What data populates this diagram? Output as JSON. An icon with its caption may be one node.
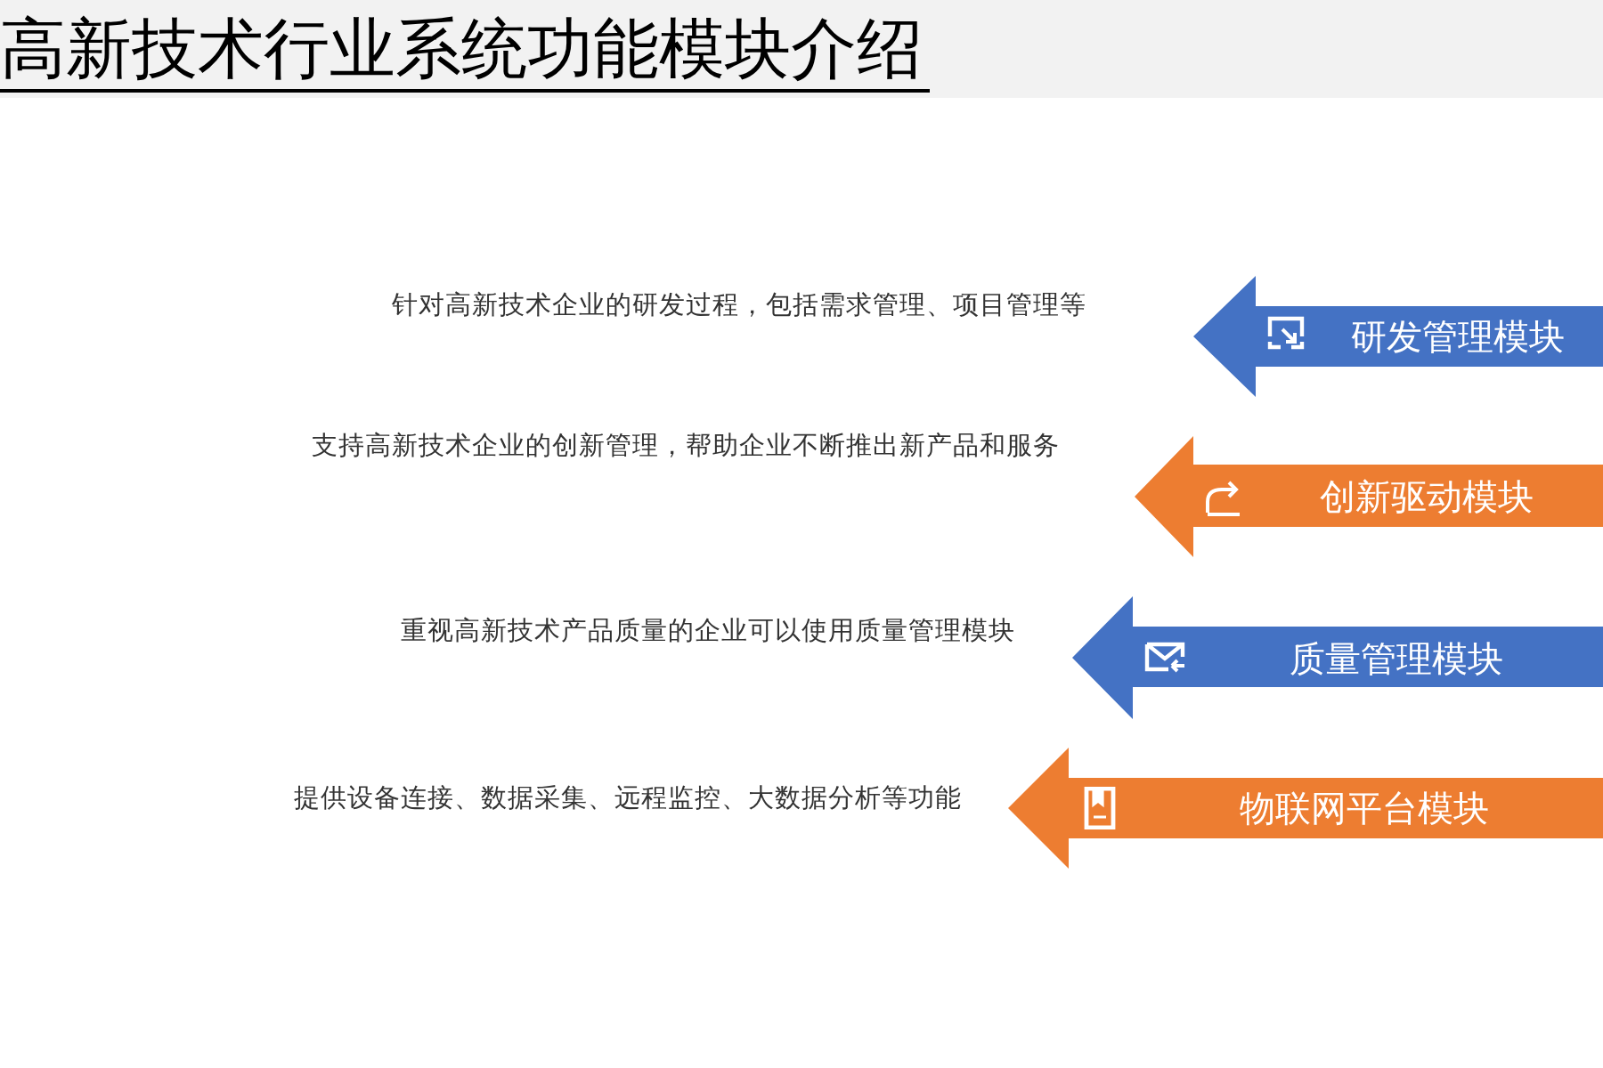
{
  "diagram": {
    "title": "高新技术行业系统功能模块介绍",
    "nodes": [
      {
        "text": [
          "研发管理模块"
        ]
      },
      {
        "text": [
          "创新驱动模块"
        ]
      },
      {
        "text": [
          "质量管理模块"
        ]
      },
      {
        "text": [
          "物联网平台模块"
        ]
      }
    ],
    "labels": [
      "针对高新技术企业的研发过程，包括需求管理、项目管理等",
      "支持高新技术企业的创新管理，帮助企业不断推出新产品和服务",
      "重视高新技术产品质量的企业可以使用质量管理模块",
      "提供设备连接、数据采集、远程监控、大数据分析等功能"
    ]
  }
}
